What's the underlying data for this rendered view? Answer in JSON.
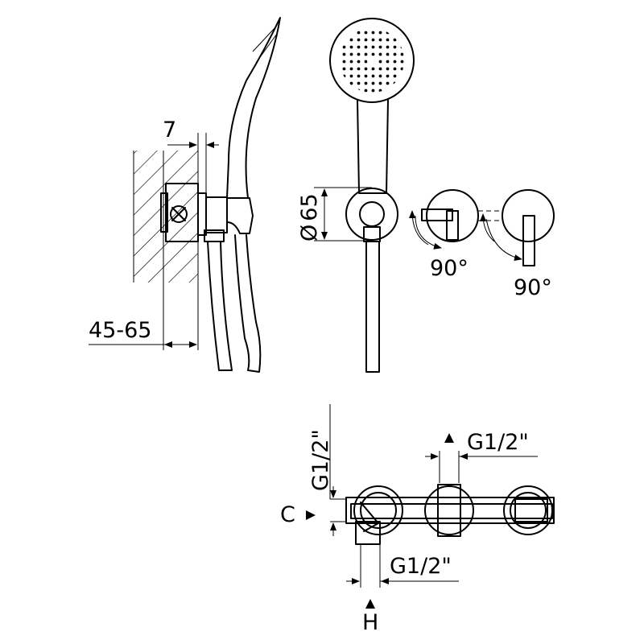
{
  "dimensions": {
    "wall_offset": "7",
    "wall_depth": "45-65",
    "diameter_symbol": "Ø",
    "diameter_value": "65",
    "rotation_left": "90°",
    "rotation_right": "90°",
    "connection_vertical": "G1/2\"",
    "connection_top": "G1/2\"",
    "connection_bottom": "G1/2\"",
    "label_c": "C",
    "label_h": "H"
  }
}
